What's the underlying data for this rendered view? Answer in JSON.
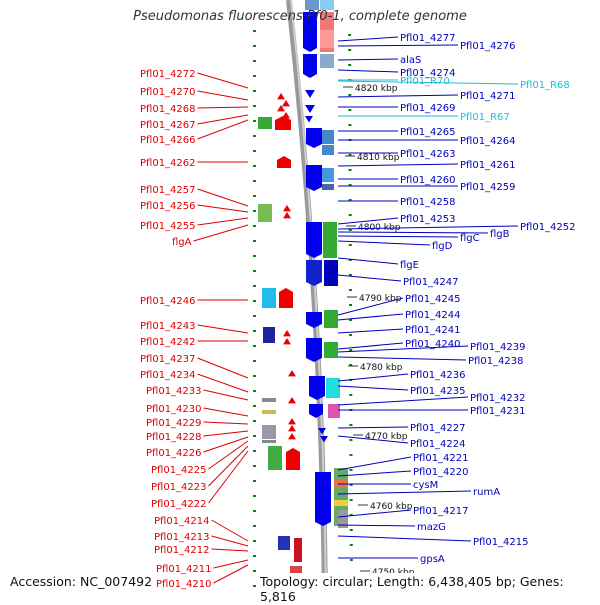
{
  "title": "Pseudomonas fluorescens Pf0-1, complete genome",
  "footer": {
    "accession": "Accession: NC_007492",
    "topology": "Topology: circular; Length: 6,438,405 bp; Genes: 5,816"
  },
  "colors": {
    "left_label": "#dd0000",
    "right_label": "#0000bb",
    "rna_label": "#22bbdd",
    "backbone": "#999999",
    "forward_arrow": "#ee0000",
    "reverse_arrow": "#0000ee",
    "tick": "#008800"
  },
  "scale_markers": [
    "4820 kbp",
    "4810 kbp",
    "4800 kbp",
    "4790 kbp",
    "4780 kbp",
    "4770 kbp",
    "4760 kbp",
    "4750 kbp"
  ],
  "left_genes": [
    "Pfl01_4272",
    "Pfl01_4270",
    "Pfl01_4268",
    "Pfl01_4267",
    "Pfl01_4266",
    "Pfl01_4262",
    "Pfl01_4257",
    "Pfl01_4256",
    "Pfl01_4255",
    "flgA",
    "Pfl01_4246",
    "Pfl01_4243",
    "Pfl01_4242",
    "Pfl01_4237",
    "Pfl01_4234",
    "Pfl01_4233",
    "Pfl01_4230",
    "Pfl01_4229",
    "Pfl01_4228",
    "Pfl01_4226",
    "Pfl01_4225",
    "Pfl01_4223",
    "Pfl01_4222",
    "Pfl01_4214",
    "Pfl01_4213",
    "Pfl01_4212",
    "Pfl01_4211",
    "Pfl01_4210"
  ],
  "right_genes": [
    "Pfl01_4277",
    "Pfl01_4276",
    "alaS",
    "Pfl01_4274",
    "Pfl01_R70",
    "Pfl01_R68",
    "Pfl01_4271",
    "Pfl01_4269",
    "Pfl01_R67",
    "Pfl01_4265",
    "Pfl01_4264",
    "Pfl01_4263",
    "Pfl01_4261",
    "Pfl01_4260",
    "Pfl01_4259",
    "Pfl01_4258",
    "Pfl01_4253",
    "Pfl01_4252",
    "flgB",
    "flgC",
    "flgD",
    "flgE",
    "Pfl01_4247",
    "Pfl01_4245",
    "Pfl01_4244",
    "Pfl01_4241",
    "Pfl01_4240",
    "Pfl01_4239",
    "Pfl01_4238",
    "Pfl01_4236",
    "Pfl01_4235",
    "Pfl01_4232",
    "Pfl01_4231",
    "Pfl01_4227",
    "Pfl01_4224",
    "Pfl01_4221",
    "Pfl01_4220",
    "cysM",
    "rumA",
    "Pfl01_4217",
    "mazG",
    "Pfl01_4215",
    "gpsA"
  ],
  "rna_genes": [
    "Pfl01_R70",
    "Pfl01_R68",
    "Pfl01_R67"
  ]
}
